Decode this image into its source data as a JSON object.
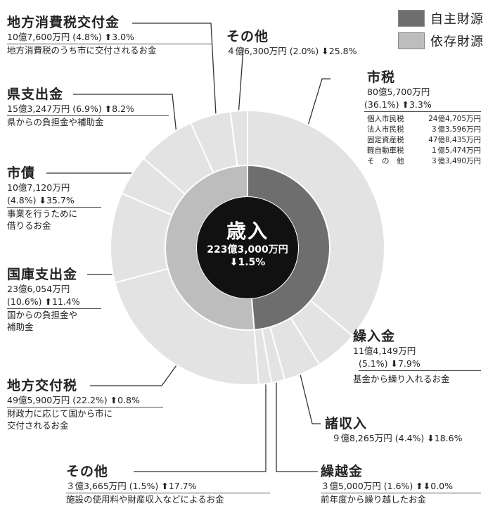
{
  "legend": [
    {
      "label": "自主財源",
      "color": "#6e6e6e"
    },
    {
      "label": "依存財源",
      "color": "#bdbdbd"
    }
  ],
  "center": {
    "title": "歳入",
    "amount": "223億3,000万円",
    "change": "1.5%",
    "direction": "down"
  },
  "colors": {
    "inner_own": "#6e6e6e",
    "inner_dep": "#bdbdbd",
    "outer": "#e3e3e3",
    "center": "#111111"
  },
  "items": {
    "shizei": {
      "name": "市税",
      "amount": "80億5,700万円",
      "share": "(36.1%)",
      "change": "3.3%",
      "direction": "up"
    },
    "kurire": {
      "name": "繰入金",
      "amount": "11億4,149万円",
      "share": "(5.1%)",
      "change": "7.9%",
      "direction": "down",
      "desc": "基金から繰り入れるお金"
    },
    "shoshu": {
      "name": "諸収入",
      "amount": "９億8,265万円",
      "share": "(4.4%)",
      "change": "18.6%",
      "direction": "down"
    },
    "kurikoshi": {
      "name": "繰越金",
      "amount": "３億5,000万円",
      "share": "(1.6%)",
      "change": "0.0%",
      "direction": "updown",
      "desc": "前年度から繰り越したお金"
    },
    "sonota_own": {
      "name": "その他",
      "amount": "３億3,665万円",
      "share": "(1.5%)",
      "change": "17.7%",
      "direction": "up",
      "desc": "施設の使用料や財産収入などによるお金"
    },
    "kofuzei": {
      "name": "地方交付税",
      "amount": "49億5,900万円",
      "share": "(22.2%)",
      "change": "0.8%",
      "direction": "up",
      "desc1": "財政力に応じて国から市に",
      "desc2": "交付されるお金"
    },
    "kokko": {
      "name": "国庫支出金",
      "amount": "23億6,054万円",
      "share": "(10.6%)",
      "change": "11.4%",
      "direction": "up",
      "desc1": "国からの負担金や",
      "desc2": "補助金"
    },
    "shisai": {
      "name": "市債",
      "amount": "10億7,120万円",
      "share": "(4.8%)",
      "change": "35.7%",
      "direction": "down",
      "desc1": "事業を行うために",
      "desc2": "借りるお金"
    },
    "ken": {
      "name": "県支出金",
      "amount": "15億3,247万円",
      "share": "(6.9%)",
      "change": "8.2%",
      "direction": "up",
      "desc": "県からの負担金や補助金"
    },
    "shohi": {
      "name": "地方消費税交付金",
      "amount": "10億7,600万円",
      "share": "(4.8%)",
      "change": "3.0%",
      "direction": "up",
      "desc": "地方消費税のうち市に交付されるお金"
    },
    "sonota_dep": {
      "name": "その他",
      "amount": "４億6,300万円",
      "share": "(2.0%)",
      "change": "25.8%",
      "direction": "down"
    }
  },
  "shizei_breakdown": [
    {
      "label": "個人市民税",
      "value": "24億4,705万円"
    },
    {
      "label": "法人市民税",
      "value": "３億3,596万円"
    },
    {
      "label": "固定資産税",
      "value": "47億8,435万円"
    },
    {
      "label": "軽自動車税",
      "value": "１億5,474万円"
    },
    {
      "label": "そ　の　他",
      "value": "３億3,490万円"
    }
  ],
  "chart_data": {
    "type": "pie",
    "title": "歳入",
    "total": "223億3,000万円",
    "units": "%",
    "inner_ring": [
      {
        "name": "自主財源",
        "value": 48.7
      },
      {
        "name": "依存財源",
        "value": 51.3
      }
    ],
    "outer_ring": [
      {
        "name": "市税",
        "value": 36.1,
        "group": "自主財源"
      },
      {
        "name": "繰入金",
        "value": 5.1,
        "group": "自主財源"
      },
      {
        "name": "諸収入",
        "value": 4.4,
        "group": "自主財源"
      },
      {
        "name": "繰越金",
        "value": 1.6,
        "group": "自主財源"
      },
      {
        "name": "その他",
        "value": 1.5,
        "group": "自主財源"
      },
      {
        "name": "地方交付税",
        "value": 22.2,
        "group": "依存財源"
      },
      {
        "name": "国庫支出金",
        "value": 10.6,
        "group": "依存財源"
      },
      {
        "name": "市債",
        "value": 4.8,
        "group": "依存財源"
      },
      {
        "name": "県支出金",
        "value": 6.9,
        "group": "依存財源"
      },
      {
        "name": "地方消費税交付金",
        "value": 4.8,
        "group": "依存財源"
      },
      {
        "name": "その他",
        "value": 2.0,
        "group": "依存財源"
      }
    ]
  }
}
